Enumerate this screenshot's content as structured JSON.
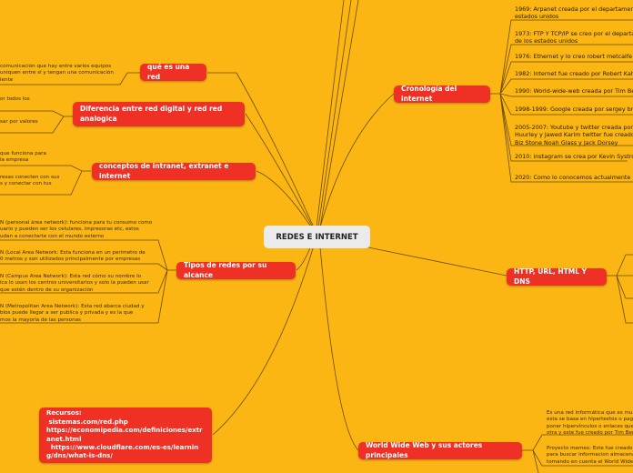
{
  "center": "REDES E INTERNET",
  "topics": {
    "que_es": {
      "label": "qué es una red",
      "leaves": [
        "comunicación que hay entre varios equipos\nuniquen entre sí y tengan una comunicación\niente"
      ]
    },
    "diferencia": {
      "label": "Diferencia entre red digital y red red analogica",
      "leaves": [
        "or todos los",
        "sar por valores"
      ]
    },
    "conceptos": {
      "label": "conceptos de intranet, extranet e internet",
      "leaves": [
        "que funciona para\nla empresa",
        "resas conecten con sus\ns y conectar con tus"
      ]
    },
    "tipos": {
      "label": "Tipos de redes por su alcance",
      "leaves": [
        "N (personal área network): funciona para tu consumo como\nuario y pueden ser los celulares, impresoras etc, estos\nudan a conectarte con el mundo externo",
        "N (Local Área Network: Esta funciona en un perímetro de\n0 metros y son utilizados principalmente por empresas",
        "N (Campus Area Network): Esta red cómo su nombre lo\nica lo usan los centros universitarios y solo la pueden usar\nque estén dentro de su organización",
        "N (Metropolitan Area Network): Esta red abarca ciudad y\nblos puede llegar a ser publica y privada y es la que\nmos la mayoría de las personas"
      ]
    },
    "recursos": {
      "label": "Recursos:\n sistemas.com/red.php\nhttps://economipedia.com/definiciones/extranet.html\n  https://www.cloudflare.com/es-es/learning/dns/what-is-dns/"
    },
    "cronologia": {
      "label": "Cronología del internet",
      "leaves": [
        "1969: Arpanet creada por el departamento de\nestados unidos",
        "1973: FTP Y TCP/IP se creo por el departament\nde los estados unidos",
        "1976: Ethernet y lo creo robert metcalfe y davi",
        "1982: Internet fue creado por Robert Kahn y V",
        "1990: World-wide-web creada por Tim Berners",
        "1998-1999: Google creada por sergey brin y la",
        "2005-2007: Youtube y twitter creada por Steve\nHuurley y Jawed Karim twitter fue creado por E\nBiz Stone Noah Glass y Jack Dorsey",
        "2010: instagram se crea por Kevin Systrom",
        "2020: Como lo conocemos actualmente"
      ]
    },
    "http": {
      "label": "HTTP, URL, HTML Y DNS"
    },
    "www": {
      "label": "World Wide Web y sus actores principales",
      "leaves": [
        "Es una red informática que es mu\nesta se basa en hipertextos o pagi\nponer hipervínculos o enlaces que\notra y este fue creado por Tim Ber",
        "Proyecto memex: Este fue creado\npara buscar informacion almacena\ntomando en cuenta el World Wide"
      ]
    }
  },
  "colors": {
    "background": "#fbb614",
    "topic": "#ee3025",
    "center": "#ebebeb",
    "line": "#5a4000"
  }
}
